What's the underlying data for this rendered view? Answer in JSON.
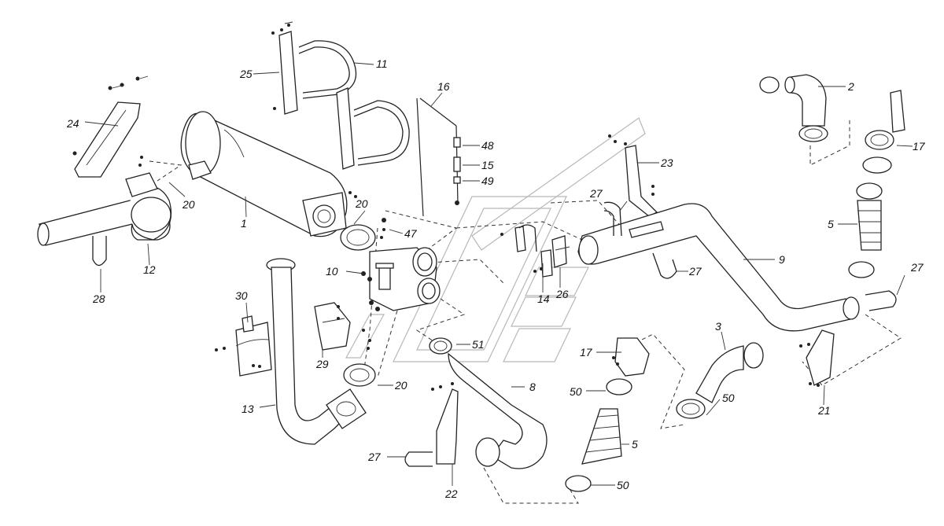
{
  "diagram": {
    "callouts": [
      {
        "id": "c1",
        "label": "1"
      },
      {
        "id": "c2",
        "label": "2"
      },
      {
        "id": "c3",
        "label": "3"
      },
      {
        "id": "c5a",
        "label": "5"
      },
      {
        "id": "c5b",
        "label": "5"
      },
      {
        "id": "c8",
        "label": "8"
      },
      {
        "id": "c9",
        "label": "9"
      },
      {
        "id": "c10",
        "label": "10"
      },
      {
        "id": "c11",
        "label": "11"
      },
      {
        "id": "c12",
        "label": "12"
      },
      {
        "id": "c13",
        "label": "13"
      },
      {
        "id": "c14",
        "label": "14"
      },
      {
        "id": "c15",
        "label": "15"
      },
      {
        "id": "c16",
        "label": "16"
      },
      {
        "id": "c17a",
        "label": "17"
      },
      {
        "id": "c17b",
        "label": "17"
      },
      {
        "id": "c20a",
        "label": "20"
      },
      {
        "id": "c20b",
        "label": "20"
      },
      {
        "id": "c20c",
        "label": "20"
      },
      {
        "id": "c21",
        "label": "21"
      },
      {
        "id": "c22",
        "label": "22"
      },
      {
        "id": "c23",
        "label": "23"
      },
      {
        "id": "c24",
        "label": "24"
      },
      {
        "id": "c25",
        "label": "25"
      },
      {
        "id": "c26",
        "label": "26"
      },
      {
        "id": "c27a",
        "label": "27"
      },
      {
        "id": "c27b",
        "label": "27"
      },
      {
        "id": "c27c",
        "label": "27"
      },
      {
        "id": "c27d",
        "label": "27"
      },
      {
        "id": "c28",
        "label": "28"
      },
      {
        "id": "c29",
        "label": "29"
      },
      {
        "id": "c30",
        "label": "30"
      },
      {
        "id": "c47",
        "label": "47"
      },
      {
        "id": "c48",
        "label": "48"
      },
      {
        "id": "c49",
        "label": "49"
      },
      {
        "id": "c50a",
        "label": "50"
      },
      {
        "id": "c50b",
        "label": "50"
      },
      {
        "id": "c50c",
        "label": "50"
      },
      {
        "id": "c51",
        "label": "51"
      }
    ]
  }
}
